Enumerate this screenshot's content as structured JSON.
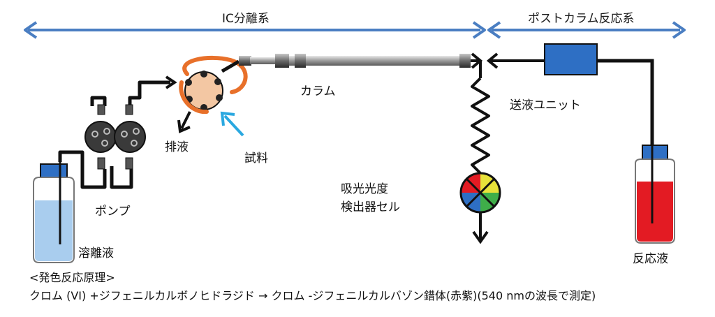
{
  "sections": {
    "ic_separation": "IC分離系",
    "post_column": "ポストカラム反応系"
  },
  "labels": {
    "column": "カラム",
    "waste": "排液",
    "sample": "試料",
    "pump": "ポンプ",
    "eluent": "溶離液",
    "detector_line1": "吸光光度",
    "detector_line2": "検出器セル",
    "delivery_unit": "送液ユニット",
    "reagent": "反応液"
  },
  "principle": {
    "heading": "<発色反応原理>",
    "reaction": "クロム (VI) +ジフェニルカルボノヒドラジド → クロム -ジフェニルカルバゾン錯体(赤紫)(540 nmの波長で測定)"
  },
  "colors": {
    "arrow_blue": "#4a7ec2",
    "sample_arrow": "#2aa8e0",
    "loop_orange": "#e8702a",
    "valve_body": "#f3c7a3",
    "unit_blue": "#2e6fc4",
    "eluent_fill": "#a9cdee",
    "reagent_fill": "#e31b23"
  }
}
